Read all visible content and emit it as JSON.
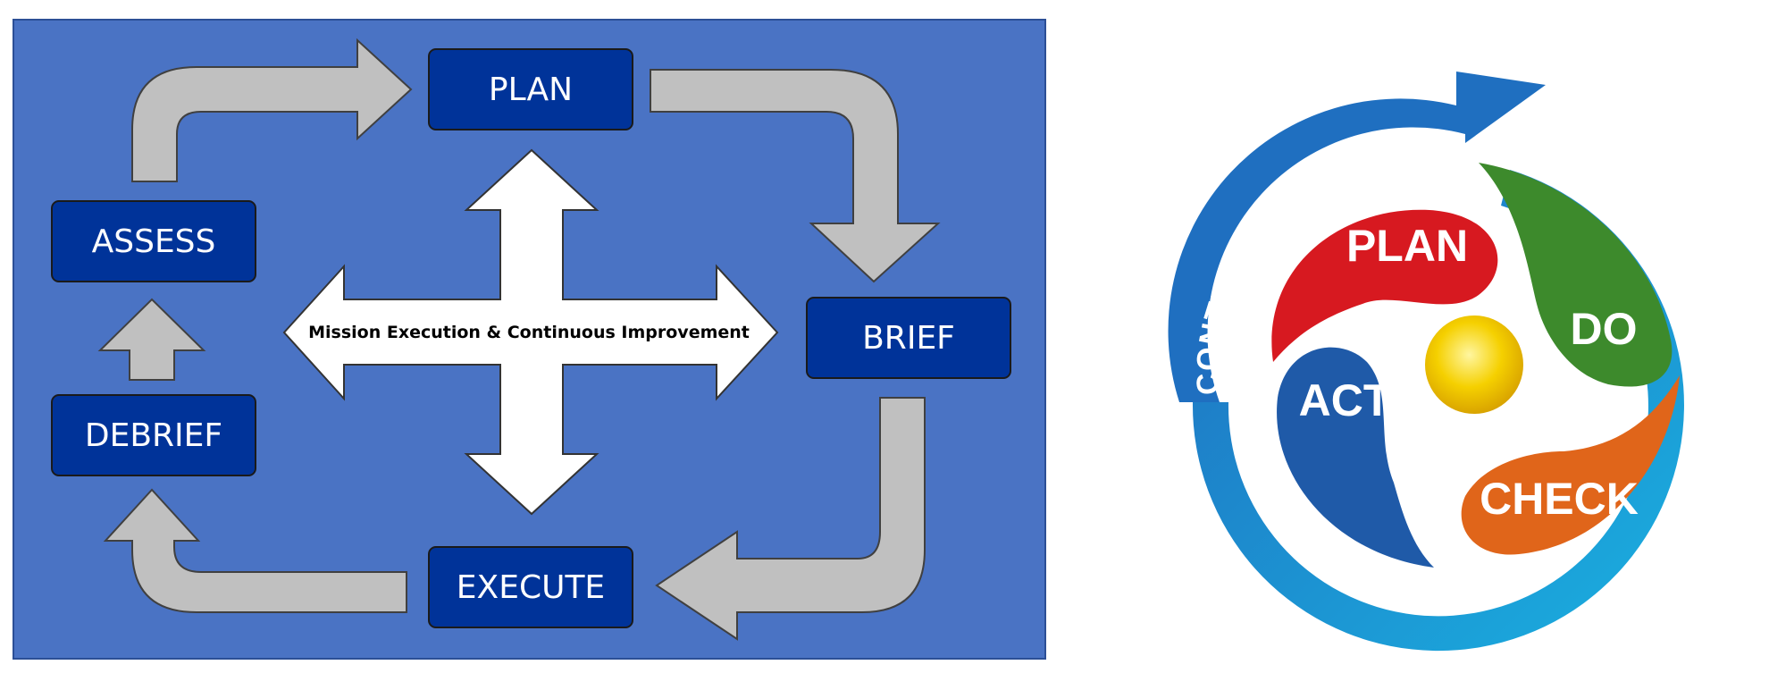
{
  "left_diagram": {
    "nodes": {
      "plan": "PLAN",
      "brief": "BRIEF",
      "execute": "EXECUTE",
      "debrief": "DEBRIEF",
      "assess": "ASSESS"
    },
    "center_label": "Mission Execution & Continuous Improvement",
    "colors": {
      "background": "#4a73c4",
      "box": "#003399",
      "arrow": "#c0c0c0"
    }
  },
  "right_diagram": {
    "ring_label": "CONTINUAL IMPROVEMENT",
    "petals": {
      "plan": "PLAN",
      "do": "DO",
      "check": "CHECK",
      "act": "ACT"
    },
    "colors": {
      "plan": "#d71920",
      "do": "#3d8a2c",
      "check": "#e0651a",
      "act": "#1f5aa8",
      "ring": "#1a8fd0",
      "center": "#f5c400"
    }
  }
}
